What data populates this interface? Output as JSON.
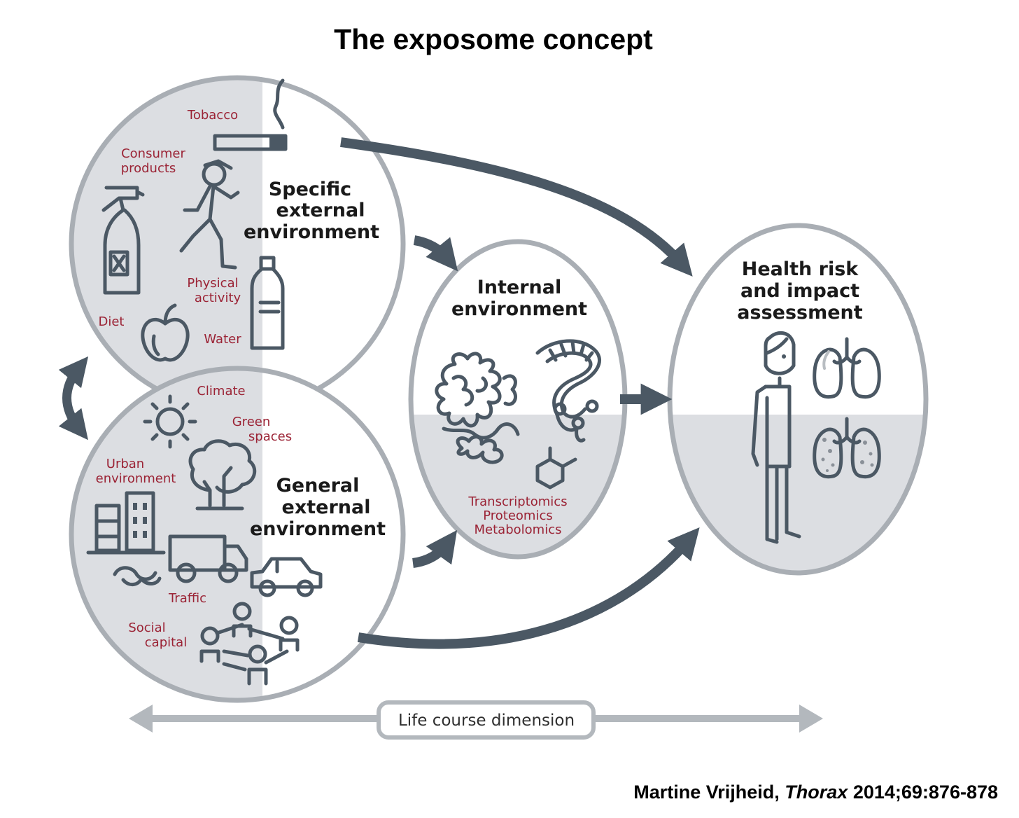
{
  "title": "The exposome concept",
  "specific": {
    "heading": [
      "Specific",
      "external",
      "environment"
    ],
    "labels": {
      "tobacco": "Tobacco",
      "consumer": [
        "Consumer",
        "products"
      ],
      "physical": [
        "Physical",
        "activity"
      ],
      "diet": "Diet",
      "water": "Water"
    }
  },
  "general": {
    "heading": [
      "General",
      "external",
      "environment"
    ],
    "labels": {
      "climate": "Climate",
      "green": [
        "Green",
        "spaces"
      ],
      "urban": [
        "Urban",
        "environment"
      ],
      "traffic": "Traffic",
      "social": [
        "Social",
        "capital"
      ]
    }
  },
  "internal": {
    "heading": [
      "Internal",
      "environment"
    ],
    "omics": [
      "Transcriptomics",
      "Proteomics",
      "Metabolomics"
    ]
  },
  "health": {
    "heading": [
      "Health risk",
      "and impact",
      "assessment"
    ]
  },
  "life_course": "Life course dimension",
  "citation": {
    "author": "Martine Vrijheid",
    "journal": "Thorax",
    "ref": "2014;69:876-878"
  },
  "colors": {
    "label_red": "#9b2335",
    "icon_slate": "#4b5864",
    "ring_grey": "#a9aeb4",
    "fill_grey": "#dcdee2"
  },
  "icons": [
    "cigarette-icon",
    "spray-bottle-icon",
    "runner-icon",
    "water-bottle-icon",
    "apple-icon",
    "sun-icon",
    "tree-icon",
    "buildings-icon",
    "truck-icon",
    "car-icon",
    "smog-icon",
    "people-network-icon",
    "protein-icon",
    "dna-icon",
    "molecule-icon",
    "person-icon",
    "healthy-lungs-icon",
    "diseased-lungs-icon"
  ]
}
